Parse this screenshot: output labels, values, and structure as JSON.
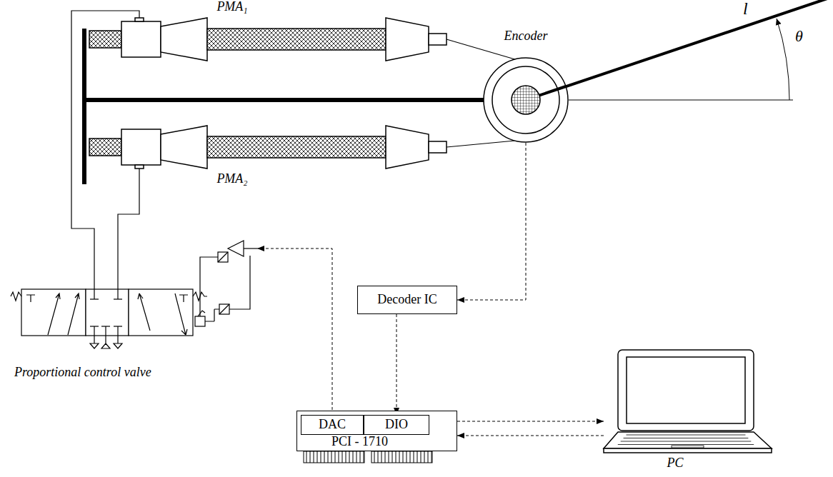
{
  "diagram": {
    "nodes": [
      {
        "text": [
          "PMA₁"
        ]
      },
      {
        "text": [
          "PMA₂"
        ]
      },
      {
        "text": [
          "Encoder"
        ]
      },
      {
        "text": [
          "Proportional control valve"
        ]
      },
      {
        "text": [
          "Decoder IC"
        ]
      },
      {
        "text": [
          "PCI - 1710"
        ]
      },
      {
        "text": [
          "DAC"
        ],
        "in": 5
      },
      {
        "text": [
          "DIO"
        ],
        "in": 5
      },
      {
        "text": [
          "PC"
        ]
      }
    ],
    "edges": [
      {
        "from": 3,
        "to": 0,
        "arrow": "none"
      },
      {
        "from": 3,
        "to": 1,
        "arrow": "none"
      },
      {
        "from": 0,
        "to": 2,
        "arrow": "none"
      },
      {
        "from": 1,
        "to": 2,
        "arrow": "none"
      },
      {
        "from": 2,
        "to": 4,
        "arrow": "to"
      },
      {
        "from": 4,
        "to": 7,
        "arrow": "to"
      },
      {
        "from": 6,
        "to": 3,
        "arrow": "to"
      },
      {
        "from": 5,
        "to": 8,
        "arrow": "to"
      },
      {
        "from": 8,
        "to": 5,
        "arrow": "to"
      }
    ],
    "labels": [
      "l",
      "θ"
    ]
  }
}
